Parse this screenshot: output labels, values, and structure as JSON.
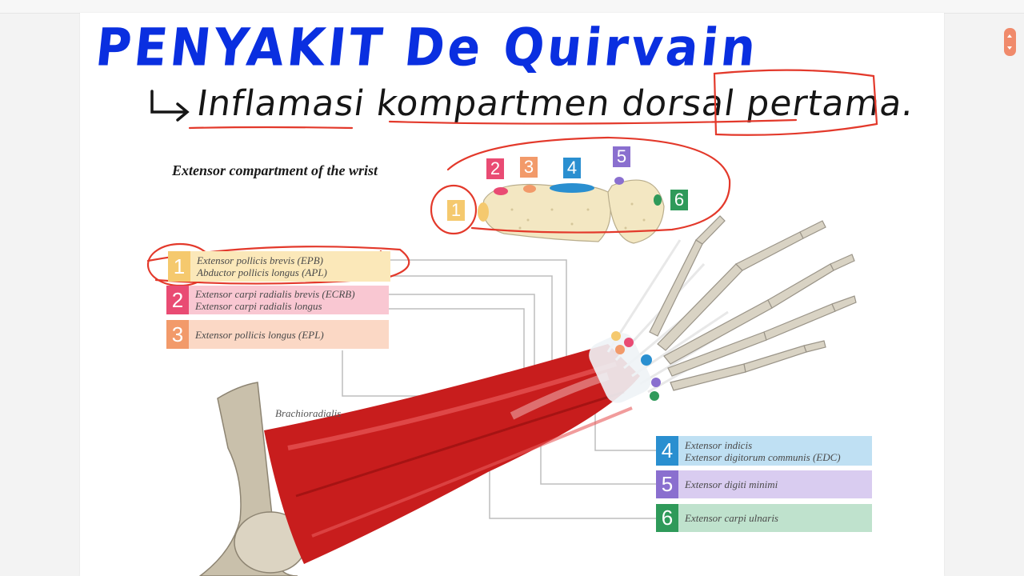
{
  "colors": {
    "ink_blue": "#0a2fe0",
    "ink_red": "#e3392b",
    "muscle_red": "#cf1f1f",
    "bone": "#e9e3d5",
    "compartment_1": "#f5c96e",
    "compartment_2": "#e94b73",
    "compartment_3": "#f29a6a",
    "compartment_4": "#2a8fd0",
    "compartment_5": "#8a6fcf",
    "compartment_6": "#2f9a5a"
  },
  "notes": {
    "title": "PENYAKIT De Quirvain",
    "subtitle": "Inflamasi kompartmen dorsal pertama."
  },
  "figure": {
    "title": "Extensor compartment of the wrist",
    "muscle_label": "Brachioradialis",
    "compartments": [
      {
        "number": "1",
        "lines": [
          "Extensor pollicis brevis (EPB)",
          "Abductor pollicis longus (APL)"
        ]
      },
      {
        "number": "2",
        "lines": [
          "Extensor carpi radialis brevis (ECRB)",
          "Extensor carpi radialis longus"
        ]
      },
      {
        "number": "3",
        "lines": [
          "Extensor pollicis longus (EPL)"
        ]
      },
      {
        "number": "4",
        "lines": [
          "Extensor indicis",
          "Extensor digitorum communis (EDC)"
        ]
      },
      {
        "number": "5",
        "lines": [
          "Extensor digiti minimi"
        ]
      },
      {
        "number": "6",
        "lines": [
          "Extensor carpi ulnaris"
        ]
      }
    ]
  }
}
